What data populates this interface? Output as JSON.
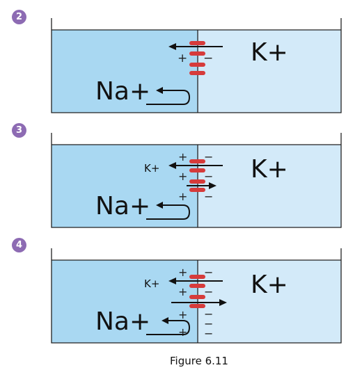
{
  "panels": [
    {
      "step": "2",
      "left_ion": "Na+",
      "right_ion": "K+",
      "membrane_left_signs": [
        "+"
      ],
      "membrane_right_signs": [
        "−"
      ],
      "small_left_ion": ""
    },
    {
      "step": "3",
      "left_ion": "Na+",
      "right_ion": "K+",
      "membrane_left_signs": [
        "+",
        "+",
        "+"
      ],
      "membrane_right_signs": [
        "−",
        "−",
        "−"
      ],
      "small_left_ion": "K+"
    },
    {
      "step": "4",
      "left_ion": "Na+",
      "right_ion": "K+",
      "membrane_left_signs": [
        "+",
        "+",
        "+",
        "+"
      ],
      "membrane_right_signs": [
        "−",
        "−",
        "−",
        "−",
        "−"
      ],
      "small_left_ion": "K+"
    }
  ],
  "caption": "Figure 6.11",
  "colors": {
    "left_compartment": "#a9d8f2",
    "right_compartment": "#d3eaf9",
    "channel": "#d63b3b",
    "badge": "#8d6bb3",
    "outline": "#222222"
  }
}
